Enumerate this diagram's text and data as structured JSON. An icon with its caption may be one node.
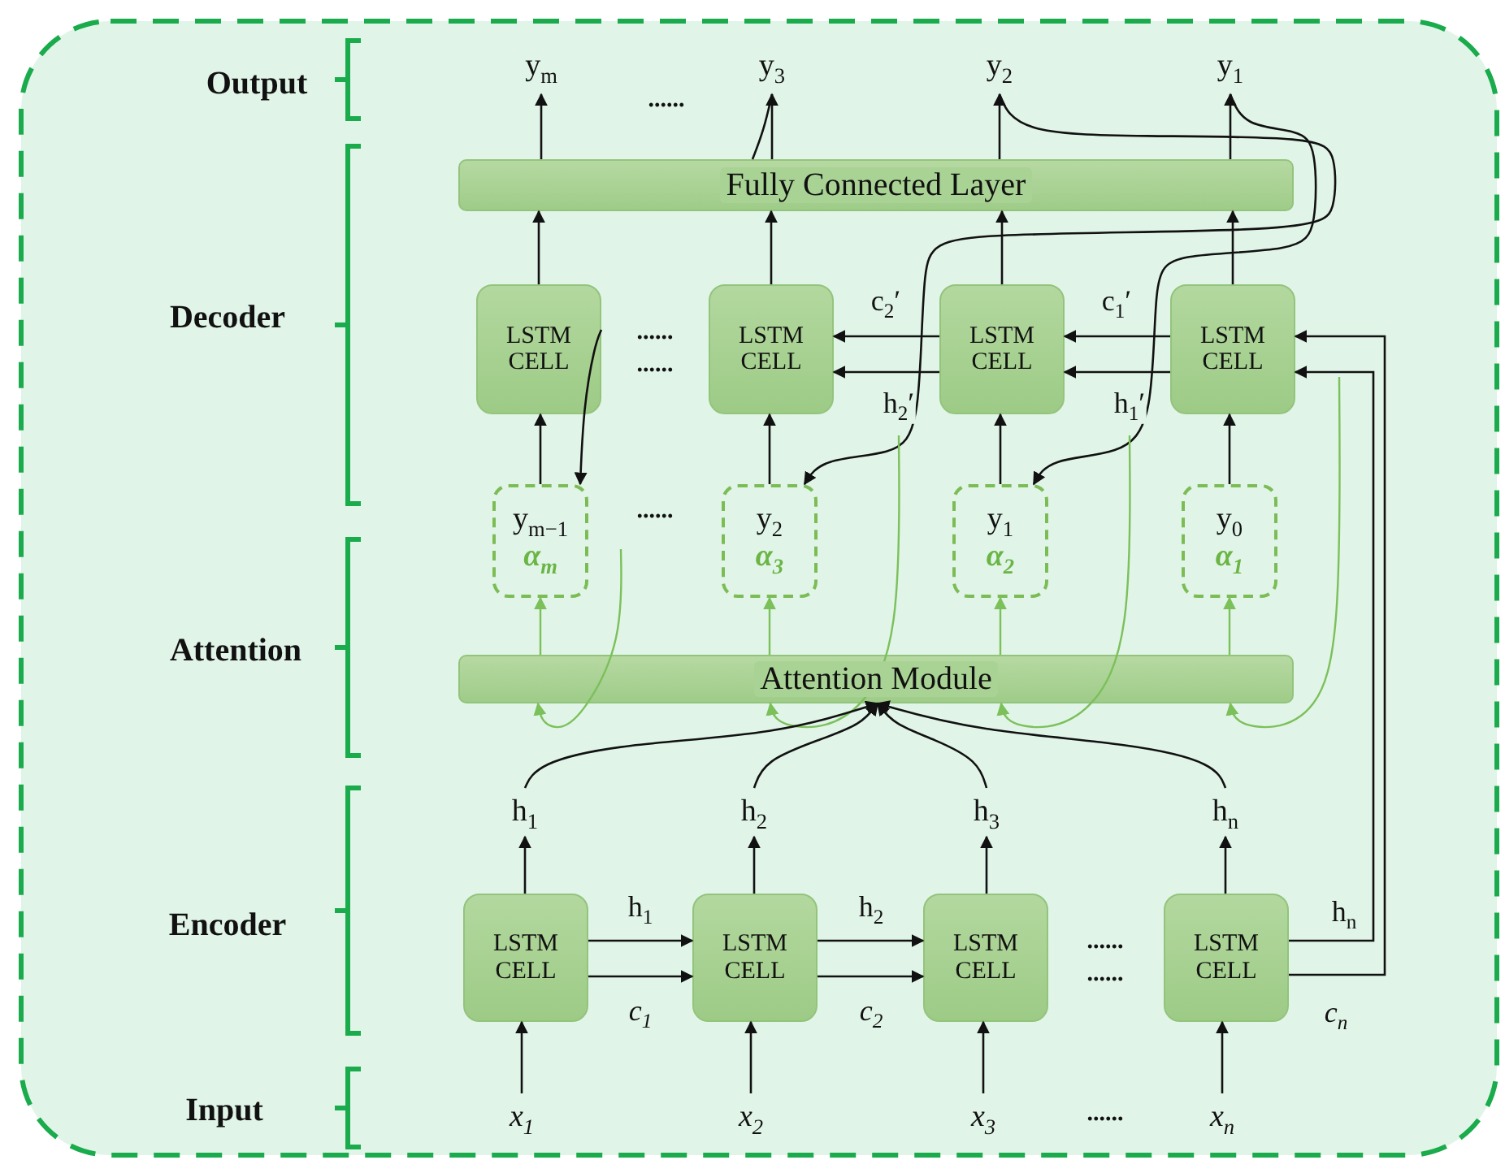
{
  "diagram": {
    "nodes": [
      {
        "text": [
          "y$_{m}$"
        ]
      },
      {
        "text": [
          "y$_{3}$"
        ]
      },
      {
        "text": [
          "y$_{2}$"
        ]
      },
      {
        "text": [
          "y$_{1}$"
        ]
      },
      {
        "text": [
          "Fully Connected Layer"
        ]
      },
      {
        "text": [
          "LSTM CELL"
        ]
      },
      {
        "text": [
          "LSTM CELL"
        ]
      },
      {
        "text": [
          "LSTM CELL"
        ]
      },
      {
        "text": [
          "LSTM CELL"
        ]
      },
      {
        "text": [
          "y$_{m−1}$",
          "α$_{m}$"
        ]
      },
      {
        "text": [
          "y$_{2}$",
          "α$_{3}$"
        ]
      },
      {
        "text": [
          "y$_{1}$",
          "α$_{2}$"
        ]
      },
      {
        "text": [
          "y$_{0}$",
          "α$_{1}$"
        ]
      },
      {
        "text": [
          "Attention Module"
        ]
      },
      {
        "text": [
          "h$_{1}$"
        ]
      },
      {
        "text": [
          "h$_{2}$"
        ]
      },
      {
        "text": [
          "h$_{3}$"
        ]
      },
      {
        "text": [
          "h$_{n}$"
        ]
      },
      {
        "text": [
          "LSTM CELL"
        ]
      },
      {
        "text": [
          "LSTM CELL"
        ]
      },
      {
        "text": [
          "LSTM CELL"
        ]
      },
      {
        "text": [
          "LSTM CELL"
        ]
      },
      {
        "text": [
          "x$_{1}$"
        ]
      },
      {
        "text": [
          "x$_{2}$"
        ]
      },
      {
        "text": [
          "x$_{3}$"
        ]
      },
      {
        "text": [
          "x$_{n}$"
        ]
      }
    ],
    "edges": [
      {
        "from": 5,
        "to": 4,
        "arrow": "to"
      },
      {
        "from": 6,
        "to": 4,
        "arrow": "to"
      },
      {
        "from": 7,
        "to": 4,
        "arrow": "to"
      },
      {
        "from": 8,
        "to": 4,
        "arrow": "to"
      },
      {
        "from": 4,
        "to": 0,
        "arrow": "to"
      },
      {
        "from": 4,
        "to": 1,
        "arrow": "to"
      },
      {
        "from": 4,
        "to": 2,
        "arrow": "to"
      },
      {
        "from": 4,
        "to": 3,
        "arrow": "to"
      },
      {
        "from": 9,
        "to": 5,
        "arrow": "to"
      },
      {
        "from": 10,
        "to": 6,
        "arrow": "to"
      },
      {
        "from": 11,
        "to": 7,
        "arrow": "to"
      },
      {
        "from": 12,
        "to": 8,
        "arrow": "to"
      },
      {
        "from": 8,
        "to": 7,
        "arrow": "to",
        "label": "c$_{1}$′"
      },
      {
        "from": 8,
        "to": 7,
        "arrow": "to",
        "label": "h$_{1}$′"
      },
      {
        "from": 7,
        "to": 6,
        "arrow": "to",
        "label": "c$_{2}$′"
      },
      {
        "from": 7,
        "to": 6,
        "arrow": "to",
        "label": "h$_{2}$′"
      },
      {
        "from": 3,
        "to": 11,
        "arrow": "to"
      },
      {
        "from": 2,
        "to": 10,
        "arrow": "to"
      },
      {
        "from": 1,
        "to": 4,
        "arrow": "none"
      },
      {
        "from": 5,
        "to": 9,
        "arrow": "to"
      },
      {
        "from": null,
        "to": 13,
        "arrow": "to",
        "color": "#7cc05a"
      },
      {
        "from": null,
        "to": 13,
        "arrow": "to",
        "color": "#7cc05a"
      },
      {
        "from": null,
        "to": 13,
        "arrow": "to",
        "color": "#7cc05a"
      },
      {
        "from": null,
        "to": 13,
        "arrow": "to",
        "color": "#7cc05a"
      },
      {
        "from": 13,
        "to": 9,
        "arrow": "to",
        "color": "#7cc05a"
      },
      {
        "from": 13,
        "to": 10,
        "arrow": "to",
        "color": "#7cc05a"
      },
      {
        "from": 13,
        "to": 11,
        "arrow": "to",
        "color": "#7cc05a"
      },
      {
        "from": 13,
        "to": 12,
        "arrow": "to",
        "color": "#7cc05a"
      },
      {
        "from": 14,
        "to": 13,
        "arrow": "to"
      },
      {
        "from": 15,
        "to": 13,
        "arrow": "to"
      },
      {
        "from": 16,
        "to": 13,
        "arrow": "to"
      },
      {
        "from": 17,
        "to": 13,
        "arrow": "to"
      },
      {
        "from": 18,
        "to": 14,
        "arrow": "to"
      },
      {
        "from": 19,
        "to": 15,
        "arrow": "to"
      },
      {
        "from": 20,
        "to": 16,
        "arrow": "to"
      },
      {
        "from": 21,
        "to": 17,
        "arrow": "to"
      },
      {
        "from": 22,
        "to": 18,
        "arrow": "to"
      },
      {
        "from": 23,
        "to": 19,
        "arrow": "to"
      },
      {
        "from": 24,
        "to": 20,
        "arrow": "to"
      },
      {
        "from": 25,
        "to": 21,
        "arrow": "to"
      },
      {
        "from": 18,
        "to": 19,
        "arrow": "to",
        "label": "h$_{1}$"
      },
      {
        "from": 18,
        "to": 19,
        "arrow": "to",
        "label": "c$_{1}$"
      },
      {
        "from": 19,
        "to": 20,
        "arrow": "to",
        "label": "h$_{2}$"
      },
      {
        "from": 19,
        "to": 20,
        "arrow": "to",
        "label": "c$_{2}$"
      },
      {
        "from": 21,
        "to": 8,
        "arrow": "to",
        "label": "h$_{n}$"
      },
      {
        "from": 21,
        "to": 8,
        "arrow": "to",
        "label": "c$_{n}$"
      }
    ],
    "labels": [
      "Output",
      "......",
      "Decoder",
      "......",
      "......",
      "......",
      "Attention",
      "Encoder",
      "......",
      "......",
      "Input",
      "......"
    ]
  }
}
